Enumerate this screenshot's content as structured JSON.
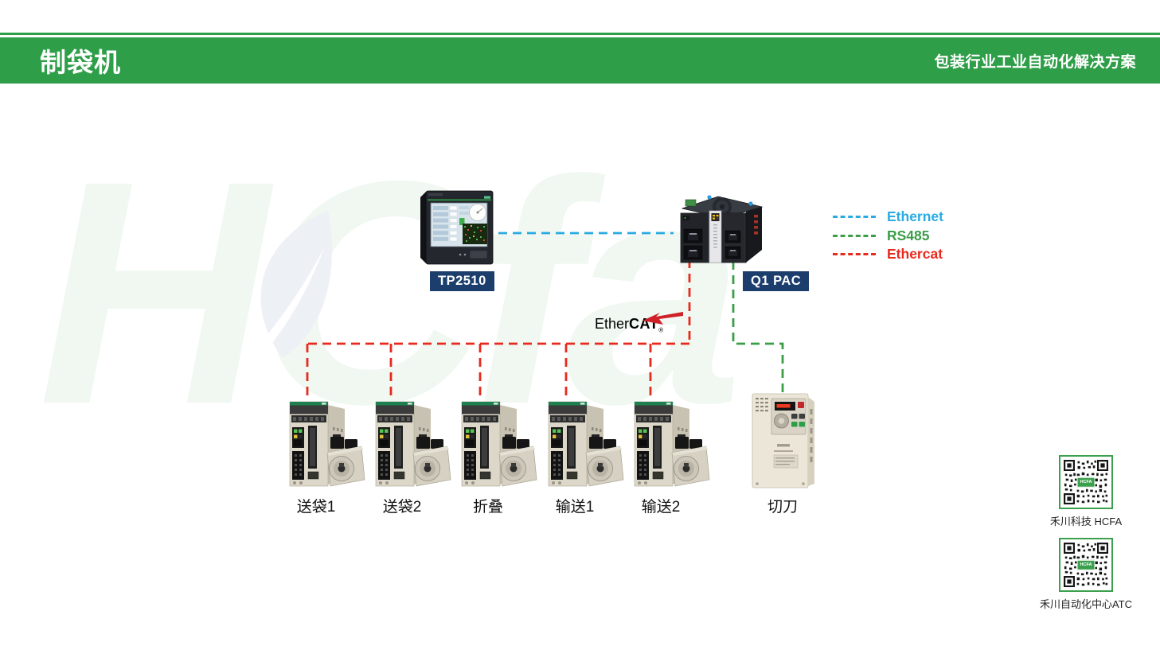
{
  "header": {
    "title": "制袋机",
    "subtitle": "包装行业工业自动化解决方案",
    "bar_color": "#2f9e48"
  },
  "watermark": {
    "text": "HCfa"
  },
  "hmi": {
    "label": "TP2510"
  },
  "controller": {
    "label": "Q1 PAC"
  },
  "legend": {
    "items": [
      {
        "label": "Ethernet",
        "color": "#29abe2"
      },
      {
        "label": "RS485",
        "color": "#3a9e47"
      },
      {
        "label": "Ethercat",
        "color": "#e8291d"
      }
    ]
  },
  "ethercat_logo": {
    "prefix": "Ether",
    "bold": "CAT",
    "registered": "®"
  },
  "devices": [
    {
      "label": "送袋1",
      "type": "servo-drive"
    },
    {
      "label": "送袋2",
      "type": "servo-drive"
    },
    {
      "label": "折叠",
      "type": "servo-drive"
    },
    {
      "label": "输送1",
      "type": "servo-drive"
    },
    {
      "label": "输送2",
      "type": "servo-drive"
    },
    {
      "label": "切刀",
      "type": "inverter"
    }
  ],
  "connections": [
    {
      "from": "TP2510",
      "to": "Q1 PAC",
      "bus": "Ethernet"
    },
    {
      "from": "Q1 PAC",
      "to": "送袋1/送袋2/折叠/输送1/输送2",
      "bus": "Ethercat"
    },
    {
      "from": "Q1 PAC",
      "to": "切刀",
      "bus": "RS485"
    }
  ],
  "qr_codes": [
    {
      "caption": "禾川科技 HCFA",
      "logo_text": "HCFA"
    },
    {
      "caption": "禾川自动化中心ATC",
      "logo_text": "HCFA"
    }
  ]
}
